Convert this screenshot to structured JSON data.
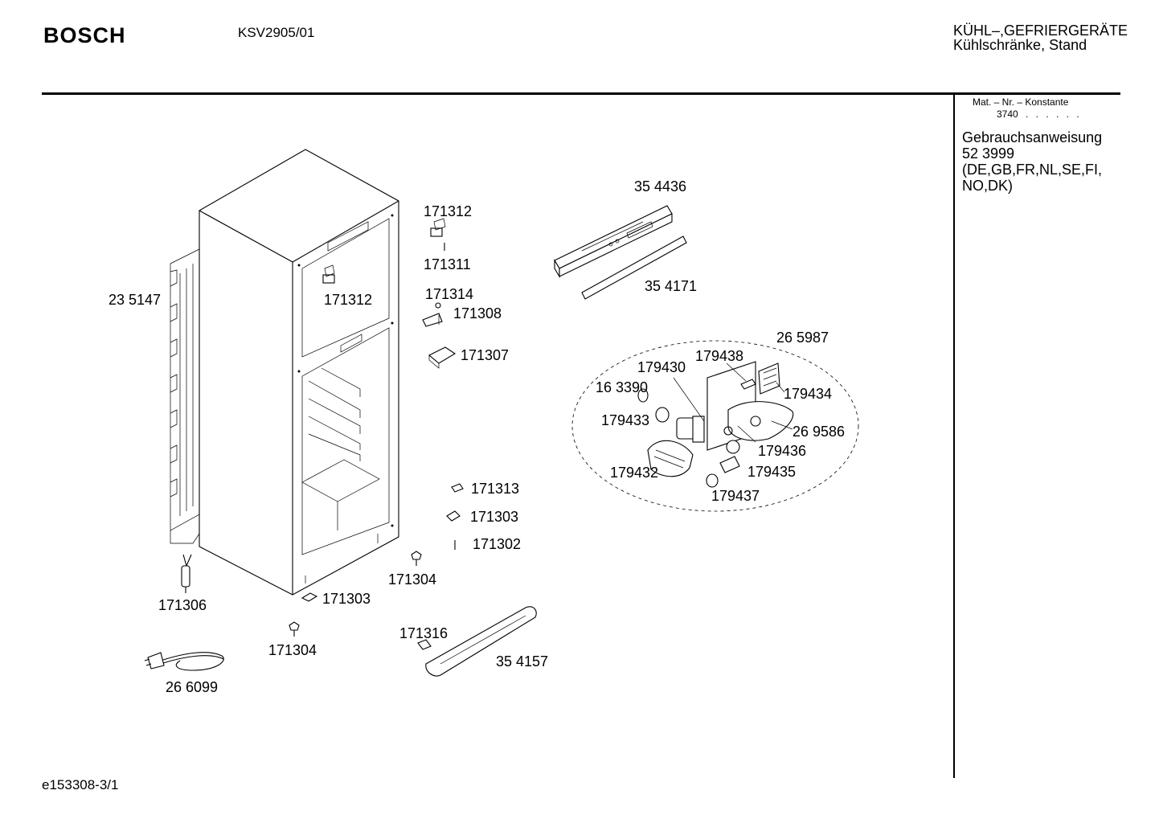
{
  "header": {
    "brand": "BOSCH",
    "model": "KSV2905/01",
    "category_line1": "KÜHL–,GEFRIERGERÄTE",
    "category_line2": "Kühlschränke, Stand"
  },
  "sidebar": {
    "mat_label": "Mat. – Nr. – Konstante",
    "mat_value": "3740",
    "mat_dots": ". .  . . . .",
    "manual_title": "Gebrauchsanweisung",
    "manual_number": "52 3999",
    "manual_langs_1": "(DE,GB,FR,NL,SE,FI,",
    "manual_langs_2": "NO,DK)"
  },
  "parts": [
    {
      "id": "p01",
      "label": "35 4436"
    },
    {
      "id": "p02",
      "label": "171312"
    },
    {
      "id": "p03",
      "label": "171311"
    },
    {
      "id": "p04",
      "label": "35 4171"
    },
    {
      "id": "p05",
      "label": "23 5147"
    },
    {
      "id": "p06",
      "label": "171312"
    },
    {
      "id": "p07",
      "label": "171314"
    },
    {
      "id": "p08",
      "label": "171308"
    },
    {
      "id": "p09",
      "label": "26 5987"
    },
    {
      "id": "p10",
      "label": "171307"
    },
    {
      "id": "p11",
      "label": "179438"
    },
    {
      "id": "p12",
      "label": "179430"
    },
    {
      "id": "p13",
      "label": "16 3390"
    },
    {
      "id": "p14",
      "label": "179434"
    },
    {
      "id": "p15",
      "label": "179433"
    },
    {
      "id": "p16",
      "label": "26 9586"
    },
    {
      "id": "p17",
      "label": "179436"
    },
    {
      "id": "p18",
      "label": "179432"
    },
    {
      "id": "p19",
      "label": "179435"
    },
    {
      "id": "p20",
      "label": "179437"
    },
    {
      "id": "p21",
      "label": "171313"
    },
    {
      "id": "p22",
      "label": "171303"
    },
    {
      "id": "p23",
      "label": "171302"
    },
    {
      "id": "p24",
      "label": "171304"
    },
    {
      "id": "p25",
      "label": "171303"
    },
    {
      "id": "p26",
      "label": "171306"
    },
    {
      "id": "p27",
      "label": "171316"
    },
    {
      "id": "p28",
      "label": "171304"
    },
    {
      "id": "p29",
      "label": "35 4157"
    },
    {
      "id": "p30",
      "label": "26 6099"
    }
  ],
  "footer": {
    "drawing_id": "e153308-3/1"
  }
}
